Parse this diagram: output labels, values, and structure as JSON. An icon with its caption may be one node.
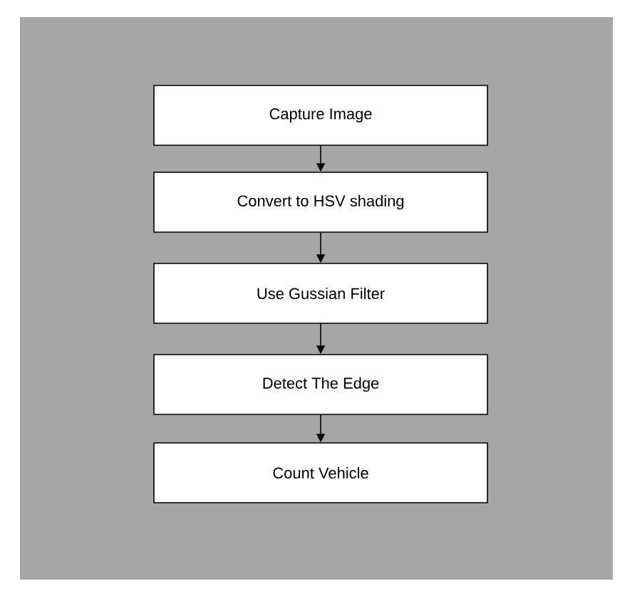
{
  "diagram": {
    "nodes": [
      {
        "text": [
          "Capture Image"
        ]
      },
      {
        "text": [
          "Convert to HSV shading"
        ]
      },
      {
        "text": [
          "Use Gussian Filter"
        ]
      },
      {
        "text": [
          "Detect The Edge"
        ]
      },
      {
        "text": [
          "Count Vehicle"
        ]
      }
    ],
    "edges": [
      {
        "from": 0,
        "to": 1,
        "arrow": "to"
      },
      {
        "from": 1,
        "to": 2,
        "arrow": "to"
      },
      {
        "from": 2,
        "to": 3,
        "arrow": "to"
      },
      {
        "from": 3,
        "to": 4,
        "arrow": "to"
      }
    ]
  }
}
